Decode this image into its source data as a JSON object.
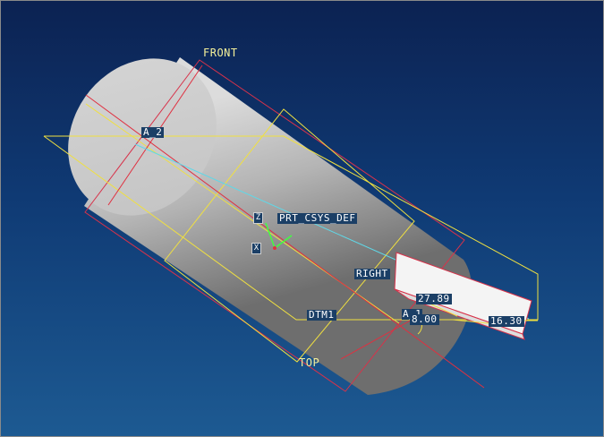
{
  "model": {
    "planes": {
      "front": "FRONT",
      "top": "TOP",
      "right": "RIGHT",
      "dtm1": "DTM1"
    },
    "axis": "A_2",
    "csys": "PRT_CSYS_DEF",
    "csys_axes": [
      "Z",
      "X"
    ],
    "axis_small": "A_1",
    "dimensions": [
      "27.89",
      "8.00",
      "16.30"
    ]
  },
  "colors": {
    "background_top": "#0c2252",
    "background_bottom": "#1d5a92",
    "datum_plane": "#f0e040",
    "datum_axis": "#e03040",
    "csys": "#40ff40",
    "part": "#c8c8c8"
  }
}
